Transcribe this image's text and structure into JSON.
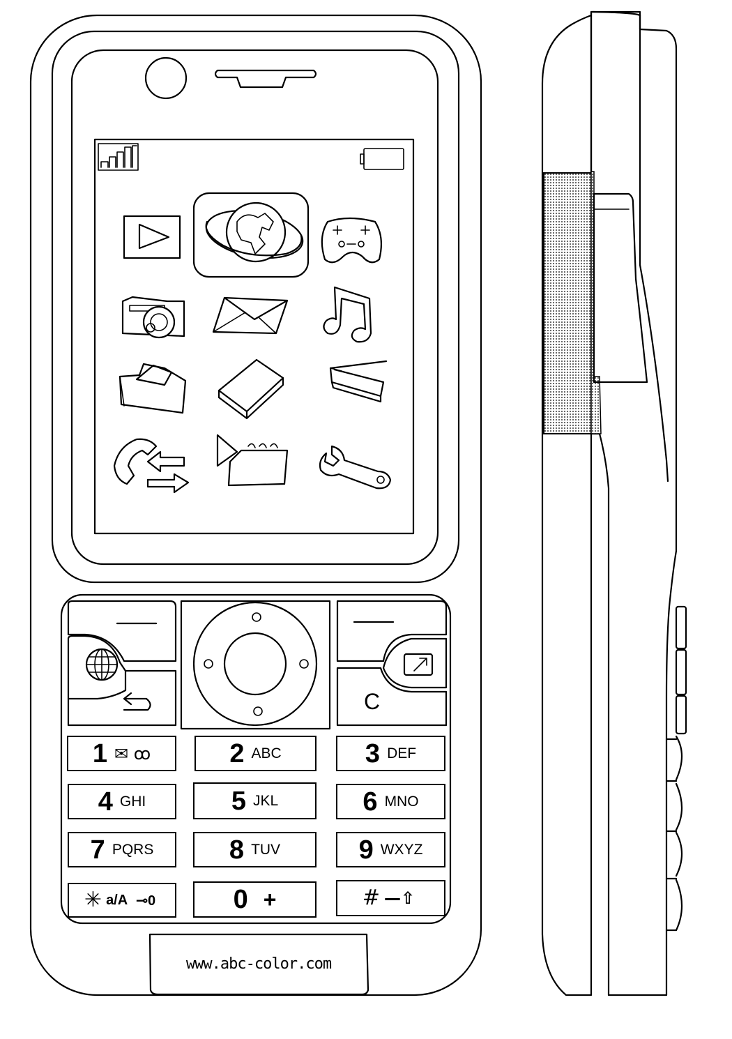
{
  "screen": {
    "status_bar": {
      "signal_icon": "signal-bars-icon",
      "battery_icon": "battery-icon"
    },
    "apps": [
      {
        "name": "media-player",
        "icon": "play-icon"
      },
      {
        "name": "internet",
        "icon": "globe-planet-icon"
      },
      {
        "name": "games",
        "icon": "gamepad-icon"
      },
      {
        "name": "camera",
        "icon": "camera-icon"
      },
      {
        "name": "messaging",
        "icon": "envelope-icon"
      },
      {
        "name": "music",
        "icon": "music-note-icon"
      },
      {
        "name": "file-manager",
        "icon": "folder-icon"
      },
      {
        "name": "organizer",
        "icon": "block-icon"
      },
      {
        "name": "memory-stick",
        "icon": "card-icon"
      },
      {
        "name": "calls",
        "icon": "call-transfer-icon"
      },
      {
        "name": "notes",
        "icon": "notepad-icon"
      },
      {
        "name": "settings",
        "icon": "wrench-icon"
      }
    ]
  },
  "softkeys": {
    "left_icon": "globe-icon",
    "back_icon": "back-arrow-icon",
    "right_icon": "task-switch-icon",
    "clear_label": "C"
  },
  "keypad": [
    {
      "num": "1",
      "letters": "",
      "extra": "✉ ꝏ"
    },
    {
      "num": "2",
      "letters": "ABC"
    },
    {
      "num": "3",
      "letters": "DEF"
    },
    {
      "num": "4",
      "letters": "GHI"
    },
    {
      "num": "5",
      "letters": "JKL"
    },
    {
      "num": "6",
      "letters": "MNO"
    },
    {
      "num": "7",
      "letters": "PQRS"
    },
    {
      "num": "8",
      "letters": "TUV"
    },
    {
      "num": "9",
      "letters": "WXYZ"
    },
    {
      "num": "✳",
      "letters": "a/A",
      "extra": "⊸0"
    },
    {
      "num": "0",
      "letters": "+"
    },
    {
      "num": "#",
      "letters": "—⇧"
    }
  ],
  "footer": {
    "url": "www.abc-color.com"
  }
}
